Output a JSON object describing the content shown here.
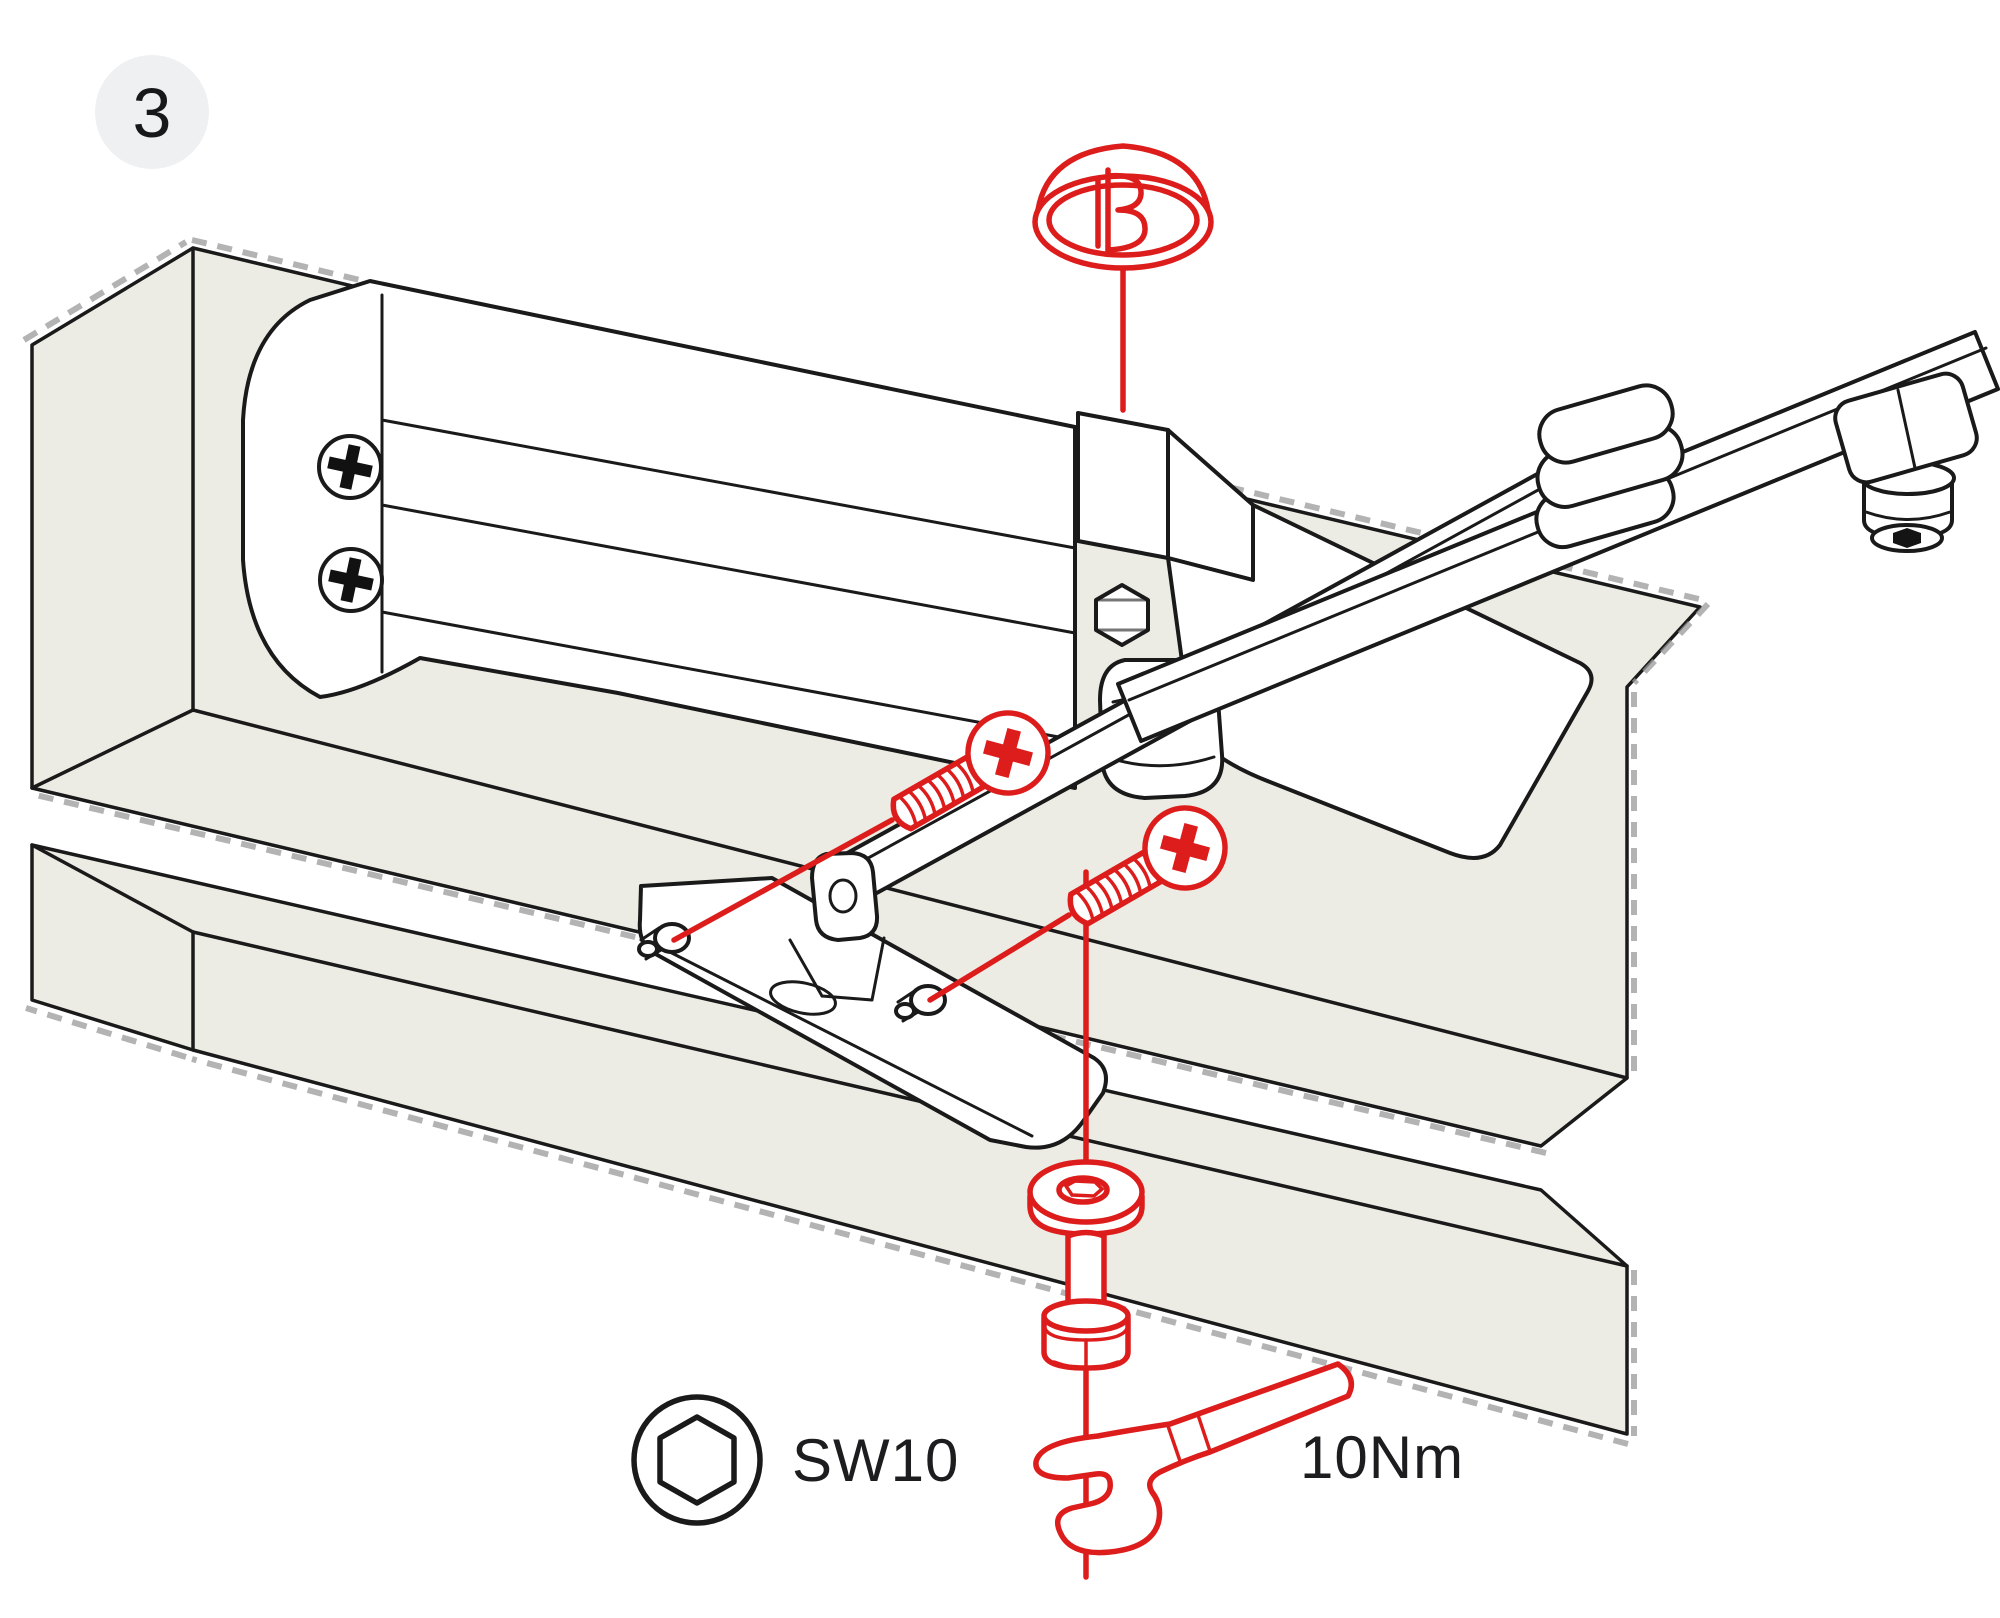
{
  "step": {
    "number": "3"
  },
  "callouts": {
    "tool_size": {
      "label": "SW10",
      "icon": "hex-socket-icon"
    },
    "torque": {
      "label": "10Nm",
      "icon": "open-end-wrench-icon"
    }
  },
  "diagram": {
    "type": "door-closer-installation-step",
    "highlighted_parts": [
      "cover-cap",
      "fixing-screw-upper",
      "fixing-screw-lower",
      "washer",
      "hex-bolt",
      "open-end-wrench",
      "assembly-axis-lines"
    ],
    "static_parts": [
      "door-frame-block",
      "door-leaf-block",
      "door-closer-body",
      "main-arm",
      "link-arm",
      "arm-elbow-joint",
      "arm-end-adjuster",
      "mounting-bracket"
    ]
  },
  "colors": {
    "highlight_red": "#dc1d1c",
    "surface_beige": "#edece4",
    "line_black": "#1a1a1a",
    "badge_gray": "#eff0f2",
    "shadow_gray": "#9a9a9a"
  }
}
